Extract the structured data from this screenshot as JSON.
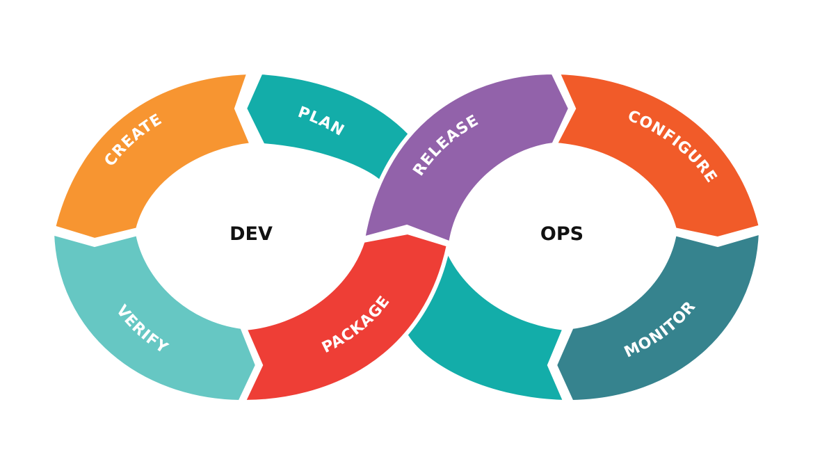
{
  "diagram": {
    "dev_label": "DEV",
    "ops_label": "OPS",
    "stages": {
      "plan": "PLAN",
      "create": "CREATE",
      "verify": "VERIFY",
      "package": "PACKAGE",
      "release": "RELEASE",
      "configure": "CONFIGURE",
      "monitor": "MONITOR"
    },
    "colors": {
      "plan": "#13ADA9",
      "create": "#F79531",
      "verify": "#66C7C3",
      "package": "#EE3E36",
      "release": "#9262AA",
      "configure": "#F15B29",
      "monitor": "#36838E",
      "ops_bottom": "#13ADA9"
    }
  }
}
